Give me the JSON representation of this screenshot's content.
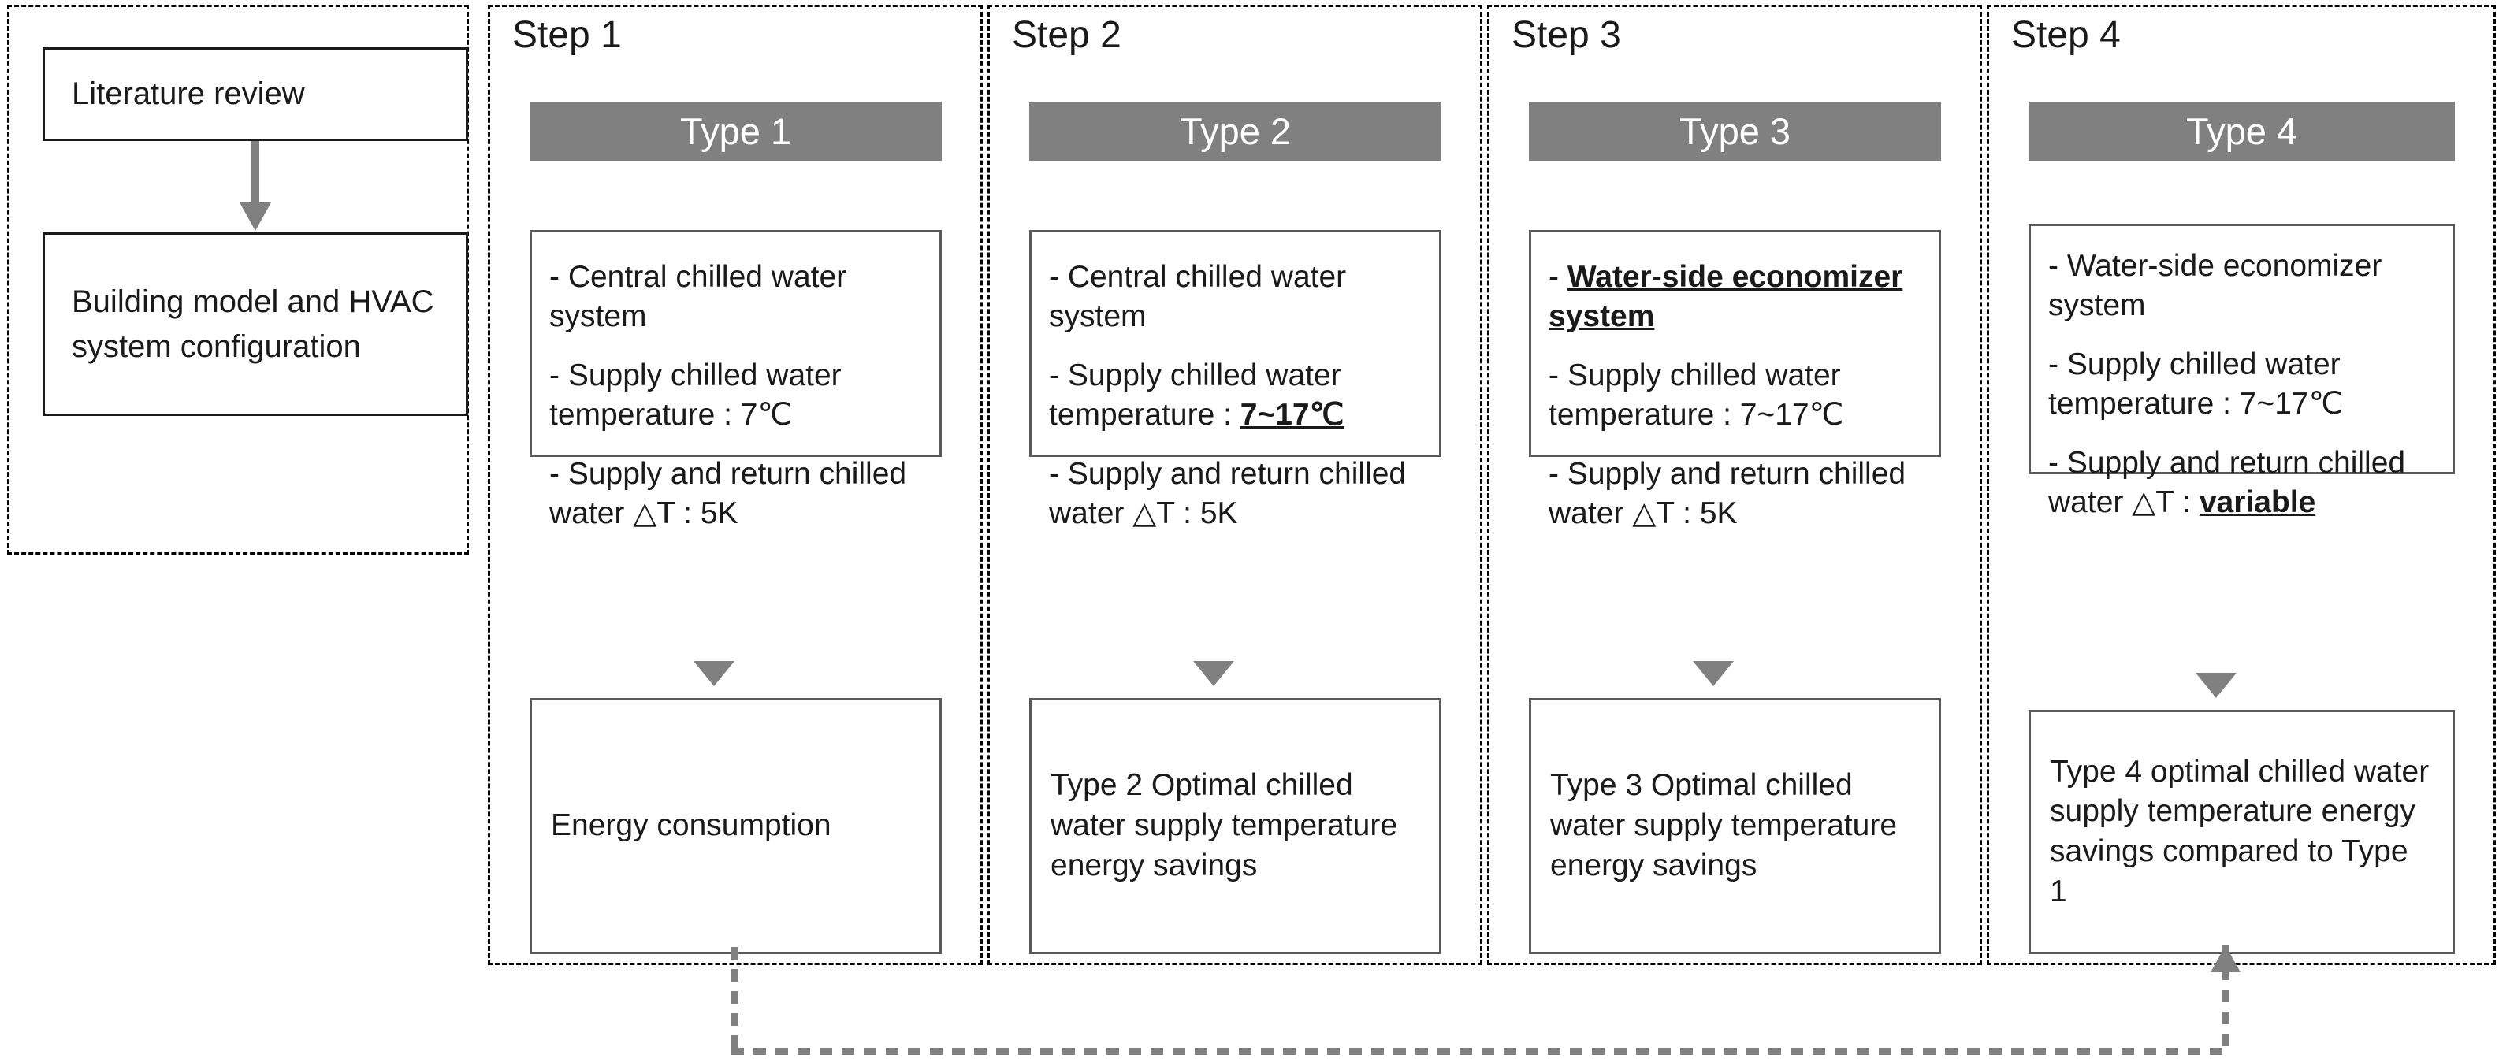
{
  "intro": {
    "box1": "Literature review",
    "box2": "Building model and HVAC system configuration",
    "arrow_icon": "down-arrow-icon"
  },
  "colors": {
    "type_header_bg": "#808080",
    "type_header_text": "#ffffff",
    "box_border": "#595959",
    "intro_box_border": "#1a1a1a",
    "arrow": "#808080",
    "dashed_border": "#000000",
    "feedback_line": "#808080"
  },
  "steps": [
    {
      "label": "Step 1",
      "type_label": "Type 1",
      "specs": [
        {
          "prefix": "- Central chilled water system",
          "highlight": ""
        },
        {
          "prefix": "- Supply chilled water temperature : 7℃",
          "highlight": ""
        },
        {
          "prefix": "- Supply and return chilled water △T : 5K",
          "highlight": ""
        }
      ],
      "result": "Energy consumption"
    },
    {
      "label": "Step 2",
      "type_label": "Type 2",
      "specs": [
        {
          "prefix": "- Central chilled water system",
          "highlight": ""
        },
        {
          "prefix": "- Supply chilled water temperature : ",
          "highlight": "7~17℃"
        },
        {
          "prefix": "- Supply and return chilled water △T : 5K",
          "highlight": ""
        }
      ],
      "result": "Type 2 Optimal chilled water supply temperature energy savings"
    },
    {
      "label": "Step 3",
      "type_label": "Type 3",
      "specs": [
        {
          "prefix": "- ",
          "highlight": "Water-side economizer system"
        },
        {
          "prefix": "- Supply chilled water temperature : 7~17℃",
          "highlight": ""
        },
        {
          "prefix": "- Supply and return chilled water △T : 5K",
          "highlight": ""
        }
      ],
      "result": "Type 3 Optimal chilled water supply temperature energy savings"
    },
    {
      "label": "Step 4",
      "type_label": "Type 4",
      "specs": [
        {
          "prefix": "- Water-side economizer system",
          "highlight": ""
        },
        {
          "prefix": "- Supply chilled water temperature : 7~17℃",
          "highlight": ""
        },
        {
          "prefix": "- Supply and return chilled water △T : ",
          "highlight": "variable"
        }
      ],
      "result": "Type 4 optimal chilled water supply temperature energy savings compared to Type 1"
    }
  ],
  "flow_arrow_icon": "down-triangle-arrow-icon",
  "feedback_arrow_icon": "up-arrow-icon"
}
